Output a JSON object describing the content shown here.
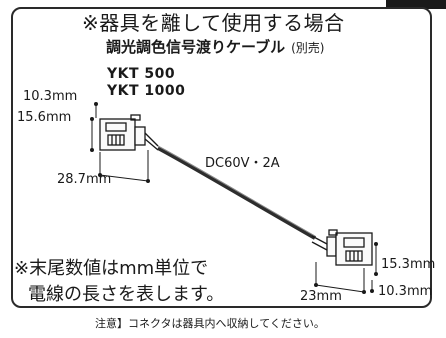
{
  "header": {
    "title": "※器具を離して使用する場合",
    "subtitle": "調光調色信号渡りケーブル",
    "subtitle_note": "(別売)"
  },
  "models": [
    "YKT 500",
    "YKT 1000"
  ],
  "dimensions": {
    "left_width": "10.3mm",
    "left_height": "15.6mm",
    "left_length": "28.7mm",
    "right_height": "15.3mm",
    "right_width": "10.3mm",
    "right_length": "23mm"
  },
  "voltage": "DC60V・2A",
  "footnote": {
    "line1": "※末尾数値はmm単位で",
    "line2": "電線の長さを表します。"
  },
  "caution": "注意】コネクタは器具内へ収納してください。"
}
